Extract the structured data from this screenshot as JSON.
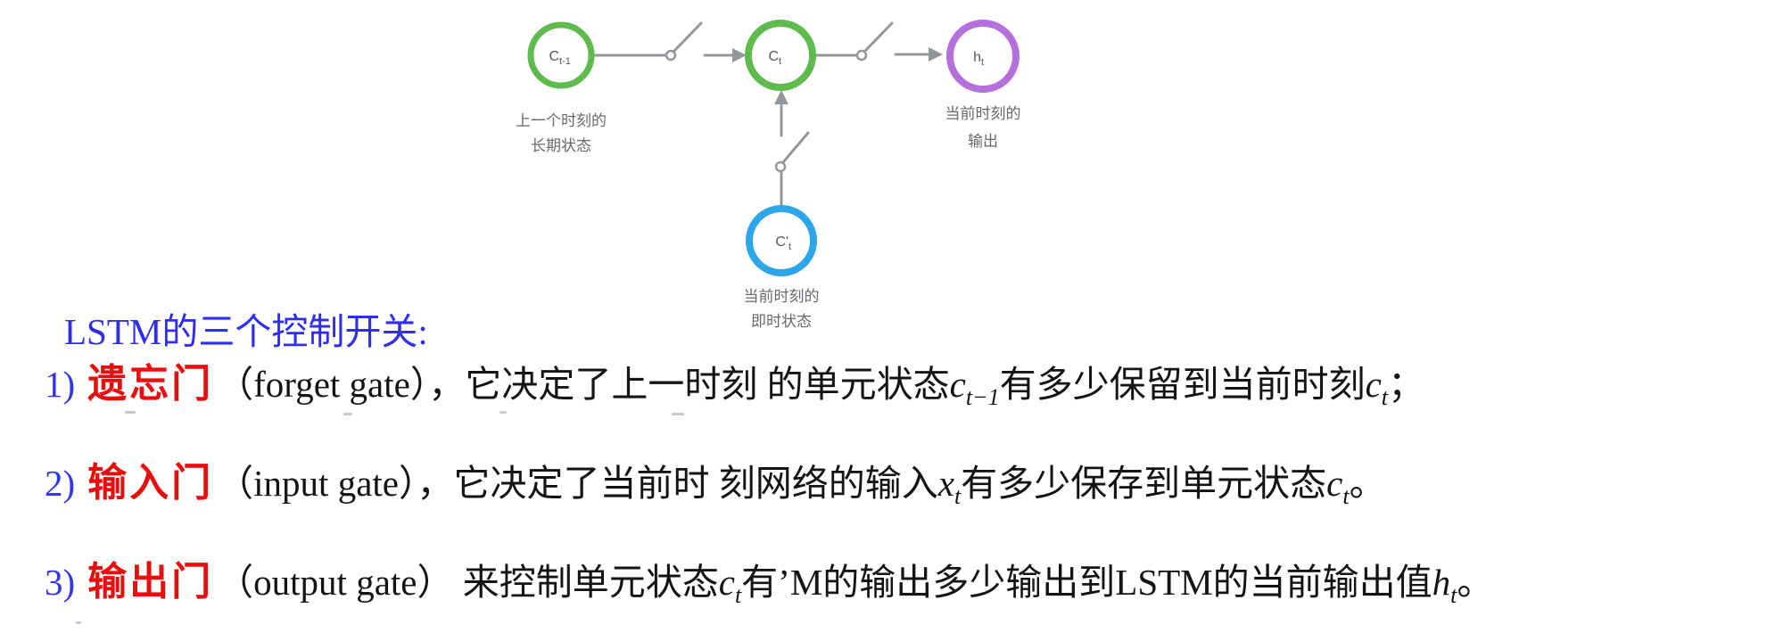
{
  "diagram": {
    "nodes": [
      {
        "id": "c-prev",
        "label_base": "C",
        "label_sub": "t-1",
        "caption": [
          "上一个时刻的",
          "长期状态"
        ],
        "stroke": "#5fbb4e"
      },
      {
        "id": "c-current",
        "label_base": "C",
        "label_sub": "t",
        "caption": [],
        "stroke": "#5fbb4e"
      },
      {
        "id": "h-output",
        "label_base": "h",
        "label_sub": "t",
        "caption": [
          "当前时刻的",
          "输出"
        ],
        "stroke": "#b570de"
      },
      {
        "id": "c-candidate",
        "label_base": "C'",
        "label_sub": "t",
        "caption": [
          "当前时刻的",
          "即时状态"
        ],
        "stroke": "#2da6e9"
      }
    ],
    "wire_color": "#93979b",
    "caption_color": "#66696d"
  },
  "title": "LSTM的三个控制开关:",
  "items": [
    {
      "num": "1)",
      "gate": "遗忘门",
      "paren": "（forget gate）",
      "pre": "，它决定了上一时刻 的单元状态",
      "m1": {
        "base": "c",
        "sub": "t−1"
      },
      "mid": "有多少保留到当前时刻",
      "m2": {
        "base": "c",
        "sub": "t"
      },
      "post": "；"
    },
    {
      "num": "2)",
      "gate": "输入门",
      "paren": "（input gate）",
      "pre": "，它决定了当前时 刻网络的输入",
      "m1": {
        "base": "x",
        "sub": "t"
      },
      "mid": "有多少保存到单元状态",
      "m2": {
        "base": "c",
        "sub": "t"
      },
      "post": "。"
    },
    {
      "num": "3)",
      "gate": "输出门",
      "paren": "（output gate）",
      "pre": " 来控制单元状态",
      "m1": {
        "base": "c",
        "sub": "t"
      },
      "mid": "有’M的输出多少输出到LSTM的当前输出值",
      "m2": {
        "base": "h",
        "sub": "t"
      },
      "post": "。"
    }
  ],
  "colors": {
    "title_blue": "#2e2ef2",
    "number_blue": "#3434f0",
    "gate_red": "#e90e0e",
    "node_green": "#5fbb4e",
    "node_purple": "#b570de",
    "node_blue": "#2da6e9",
    "wire_gray": "#93979b"
  }
}
